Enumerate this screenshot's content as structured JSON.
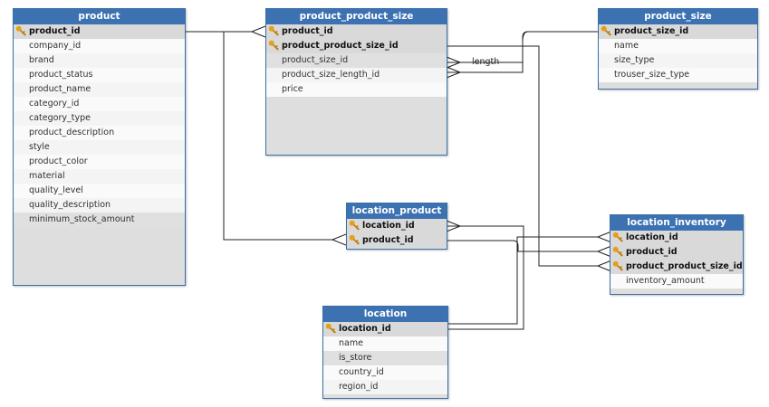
{
  "colors": {
    "header": "#3d72b2",
    "border": "#3a6ea5",
    "key": "#e3a018",
    "line": "#222222"
  },
  "entities": {
    "product": {
      "title": "product",
      "fields": [
        "product_id",
        "company_id",
        "brand",
        "product_status",
        "product_name",
        "category_id",
        "category_type",
        "product_description",
        "style",
        "product_color",
        "material",
        "quality_level",
        "quality_description",
        "minimum_stock_amount"
      ]
    },
    "product_product_size": {
      "title": "product_product_size",
      "fields": [
        "product_id",
        "product_product_size_id",
        "product_size_id",
        "product_size_length_id",
        "price"
      ]
    },
    "product_size": {
      "title": "product_size",
      "fields": [
        "product_size_id",
        "name",
        "size_type",
        "trouser_size_type"
      ]
    },
    "location_product": {
      "title": "location_product",
      "fields": [
        "location_id",
        "product_id"
      ]
    },
    "location_inventory": {
      "title": "location_inventory",
      "fields": [
        "location_id",
        "product_id",
        "product_product_size_id",
        "inventory_amount"
      ]
    },
    "location": {
      "title": "location",
      "fields": [
        "location_id",
        "name",
        "is_store",
        "country_id",
        "region_id"
      ]
    }
  },
  "relationship_labels": {
    "length": "length"
  },
  "icons": {
    "primary_key": "key-icon"
  }
}
